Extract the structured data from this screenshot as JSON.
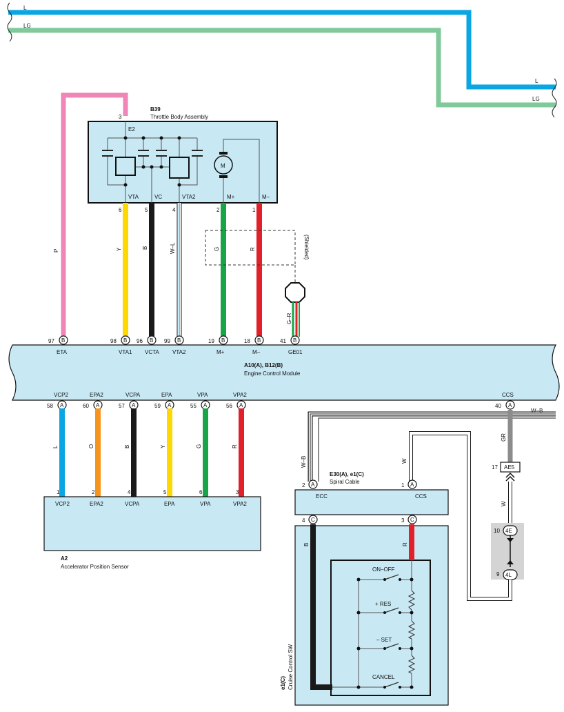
{
  "colors": {
    "L": "#0aa6e3",
    "LG": "#80c99a",
    "P": "#ef86b7",
    "Y": "#ffd800",
    "B": "#1a1a1a",
    "G": "#17a548",
    "R": "#e2202a",
    "O": "#f7941d",
    "GR": "#8c8c8c",
    "W": "#ffffff",
    "WL_stripe": "#0aa6e3",
    "component_fill": "#c8e8f4"
  },
  "top_wires": {
    "L_left": "L",
    "LG_left": "LG",
    "L_right": "L",
    "LG_right": "LG"
  },
  "throttle_body": {
    "code": "B39",
    "name": "Throttle Body Assembly",
    "top_pin": "3",
    "top_terminal": "E2",
    "terminals": [
      {
        "label": "VTA",
        "pin": "6"
      },
      {
        "label": "VC",
        "pin": "5"
      },
      {
        "label": "VTA2",
        "pin": "4"
      },
      {
        "label": "M+",
        "pin": "2"
      },
      {
        "label": "M–",
        "pin": "1"
      }
    ],
    "motor_symbol": "M"
  },
  "wire_colors_upper": {
    "p": "P",
    "vta": "Y",
    "vc": "B",
    "vta2": "W–L",
    "mplus": "G",
    "mminus": "R",
    "ge01": "G–R"
  },
  "shielded": "(Shielded)",
  "ecm": {
    "code": "A10(A), B12(B)",
    "name": "Engine Control Module",
    "top_pins": [
      {
        "pin": "97",
        "conn": "B",
        "label": "ETA"
      },
      {
        "pin": "98",
        "conn": "B",
        "label": "VTA1"
      },
      {
        "pin": "96",
        "conn": "B",
        "label": "VCTA"
      },
      {
        "pin": "99",
        "conn": "B",
        "label": "VTA2"
      },
      {
        "pin": "19",
        "conn": "B",
        "label": "M+"
      },
      {
        "pin": "18",
        "conn": "B",
        "label": "M–"
      },
      {
        "pin": "41",
        "conn": "B",
        "label": "GE01"
      }
    ],
    "bottom_pins": [
      {
        "pin": "58",
        "conn": "A",
        "label": "VCP2"
      },
      {
        "pin": "60",
        "conn": "A",
        "label": "EPA2"
      },
      {
        "pin": "57",
        "conn": "A",
        "label": "VCPA"
      },
      {
        "pin": "59",
        "conn": "A",
        "label": "EPA"
      },
      {
        "pin": "55",
        "conn": "A",
        "label": "VPA"
      },
      {
        "pin": "56",
        "conn": "A",
        "label": "VPA2"
      },
      {
        "pin": "40",
        "conn": "A",
        "label": "CCS"
      }
    ]
  },
  "wire_colors_lower": {
    "vcp2": "L",
    "epa2": "O",
    "vcpa": "B",
    "epa": "Y",
    "vpa": "G",
    "vpa2": "R"
  },
  "accel_sensor": {
    "code": "A2",
    "name": "Accelerator Position Sensor",
    "terminals": [
      {
        "pin": "1",
        "label": "VCP2"
      },
      {
        "pin": "2",
        "label": "EPA2"
      },
      {
        "pin": "4",
        "label": "VCPA"
      },
      {
        "pin": "5",
        "label": "EPA"
      },
      {
        "pin": "6",
        "label": "VPA"
      },
      {
        "pin": "3",
        "label": "VPA2"
      }
    ]
  },
  "spiral_cable": {
    "code": "E30(A), e1(C)",
    "name": "Spiral Cable",
    "top_left": {
      "pin": "2",
      "conn": "A",
      "label": "ECC"
    },
    "top_right": {
      "pin": "1",
      "conn": "A",
      "label": "CCS"
    },
    "bottom_left": {
      "pin": "4",
      "conn": "C"
    },
    "bottom_right": {
      "pin": "3",
      "conn": "C"
    }
  },
  "wire_colors_spiral": {
    "wb_right": "W–B",
    "wb_left": "W–B",
    "gr": "GR",
    "w_cable": "W",
    "w_lower": "W",
    "b_sw": "B",
    "r_sw": "R"
  },
  "junctions": {
    "ae5": {
      "pin": "17",
      "label": "AE5"
    },
    "e4": {
      "pin": "10",
      "label": "4E"
    },
    "l4": {
      "pin": "9",
      "label": "4L"
    }
  },
  "cruise_switch": {
    "code": "e1(C)",
    "name": "Cruise Control SW",
    "switches": [
      "ON–OFF",
      "+ RES",
      "– SET",
      "CANCEL"
    ]
  }
}
